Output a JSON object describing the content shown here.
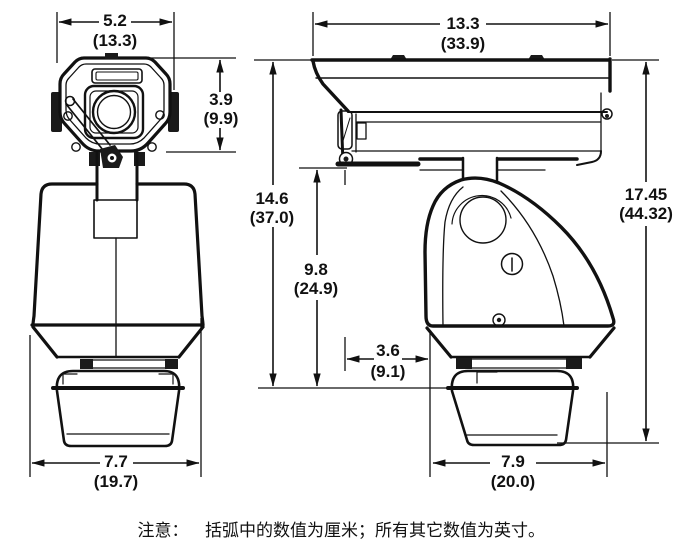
{
  "drawing": {
    "note": {
      "label": "注意：",
      "text": "括弧中的数值为厘米；所有其它数值为英寸。"
    },
    "front_view": {
      "width": {
        "inches": "5.2",
        "cm": "(13.3)"
      },
      "head_height": {
        "inches": "3.9",
        "cm": "(9.9)"
      },
      "base_width": {
        "inches": "7.7",
        "cm": "(19.7)"
      }
    },
    "side_view": {
      "housing_width": {
        "inches": "13.3",
        "cm": "(33.9)"
      },
      "overall_height": {
        "inches": "14.6",
        "cm": "(37.0)"
      },
      "lower_height": {
        "inches": "9.8",
        "cm": "(24.9)"
      },
      "front_offset": {
        "inches": "3.6",
        "cm": "(9.1)"
      },
      "total_height": {
        "inches": "17.45",
        "cm": "(44.32)"
      },
      "base_width": {
        "inches": "7.9",
        "cm": "(20.0)"
      }
    }
  }
}
